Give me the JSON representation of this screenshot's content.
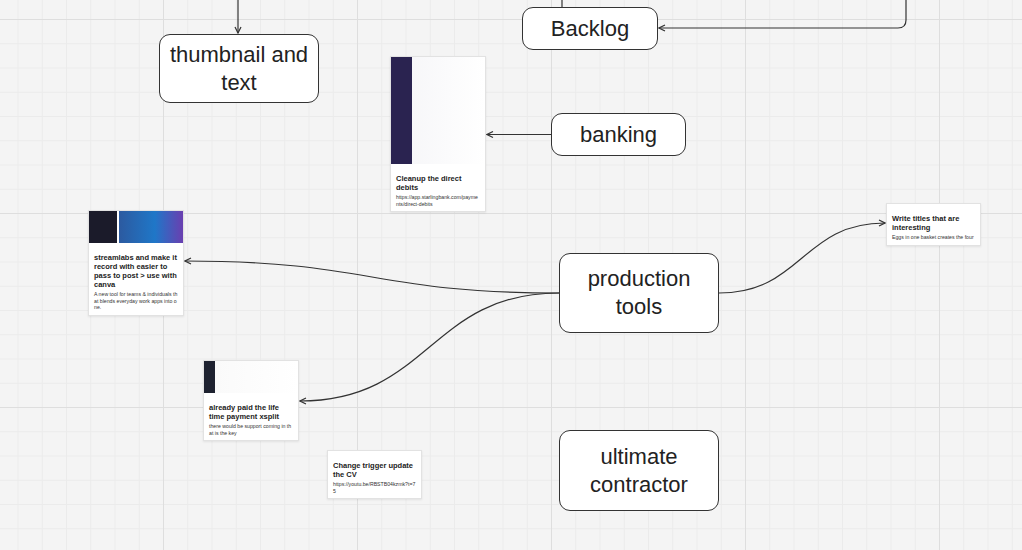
{
  "diagram": {
    "nodes": [
      {
        "text": [
          "Backlog"
        ]
      },
      {
        "text": [
          "thumbnail and text"
        ]
      },
      {
        "text": [
          "Cleanup the direct debits",
          "https://app.starlingbank.com/payments/direct-debits"
        ]
      },
      {
        "text": [
          "banking"
        ]
      },
      {
        "text": [
          "Write titles that are interesting",
          "Eggs in one basket creates the four"
        ]
      },
      {
        "text": [
          "streamlabs and make it record with easier to pass to post > use with canva",
          "A new tool for teams & individuals that blends everyday work apps into one."
        ]
      },
      {
        "text": [
          "production tools"
        ]
      },
      {
        "text": [
          "already paid the life time payment xsplit",
          "there would be support coming in that is the key"
        ]
      },
      {
        "text": [
          "Change trigger update the CV",
          "https://youtu.be/RBSTB04kzmk?t=75"
        ]
      },
      {
        "text": [
          "ultimate contractor"
        ]
      }
    ],
    "edges": [
      {
        "from": 3,
        "to": 2,
        "arrow": "to"
      },
      {
        "from": 6,
        "to": 5,
        "arrow": "to"
      },
      {
        "from": 6,
        "to": 7,
        "arrow": "to"
      },
      {
        "from": 6,
        "to": 4,
        "arrow": "to"
      }
    ]
  }
}
